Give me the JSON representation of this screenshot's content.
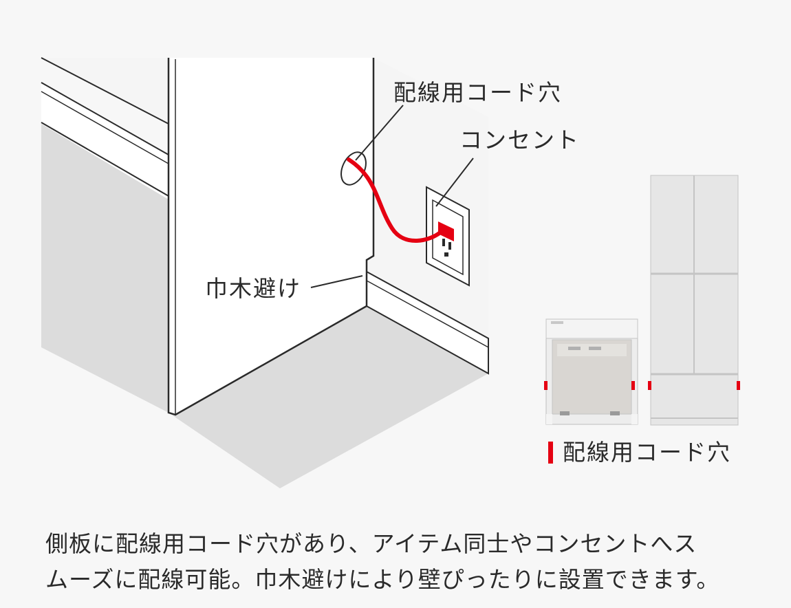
{
  "labels": {
    "cord_hole": "配線用コード穴",
    "outlet": "コンセント",
    "baseboard": "巾木避け"
  },
  "legend": {
    "text": "配線用コード穴",
    "color": "#e50012"
  },
  "caption": {
    "line1": "側板に配線用コード穴があり、アイテム同士やコンセントへス",
    "line2": "ムーズに配線可能。巾木避けにより壁ぴったりに設置できます。"
  },
  "colors": {
    "accent": "#e50012",
    "floor": "#dcdcdc",
    "wall": "#f3f3f3",
    "panel": "#ffffff",
    "line": "#2a2a2a",
    "cabinet": "#e6e6e6"
  }
}
